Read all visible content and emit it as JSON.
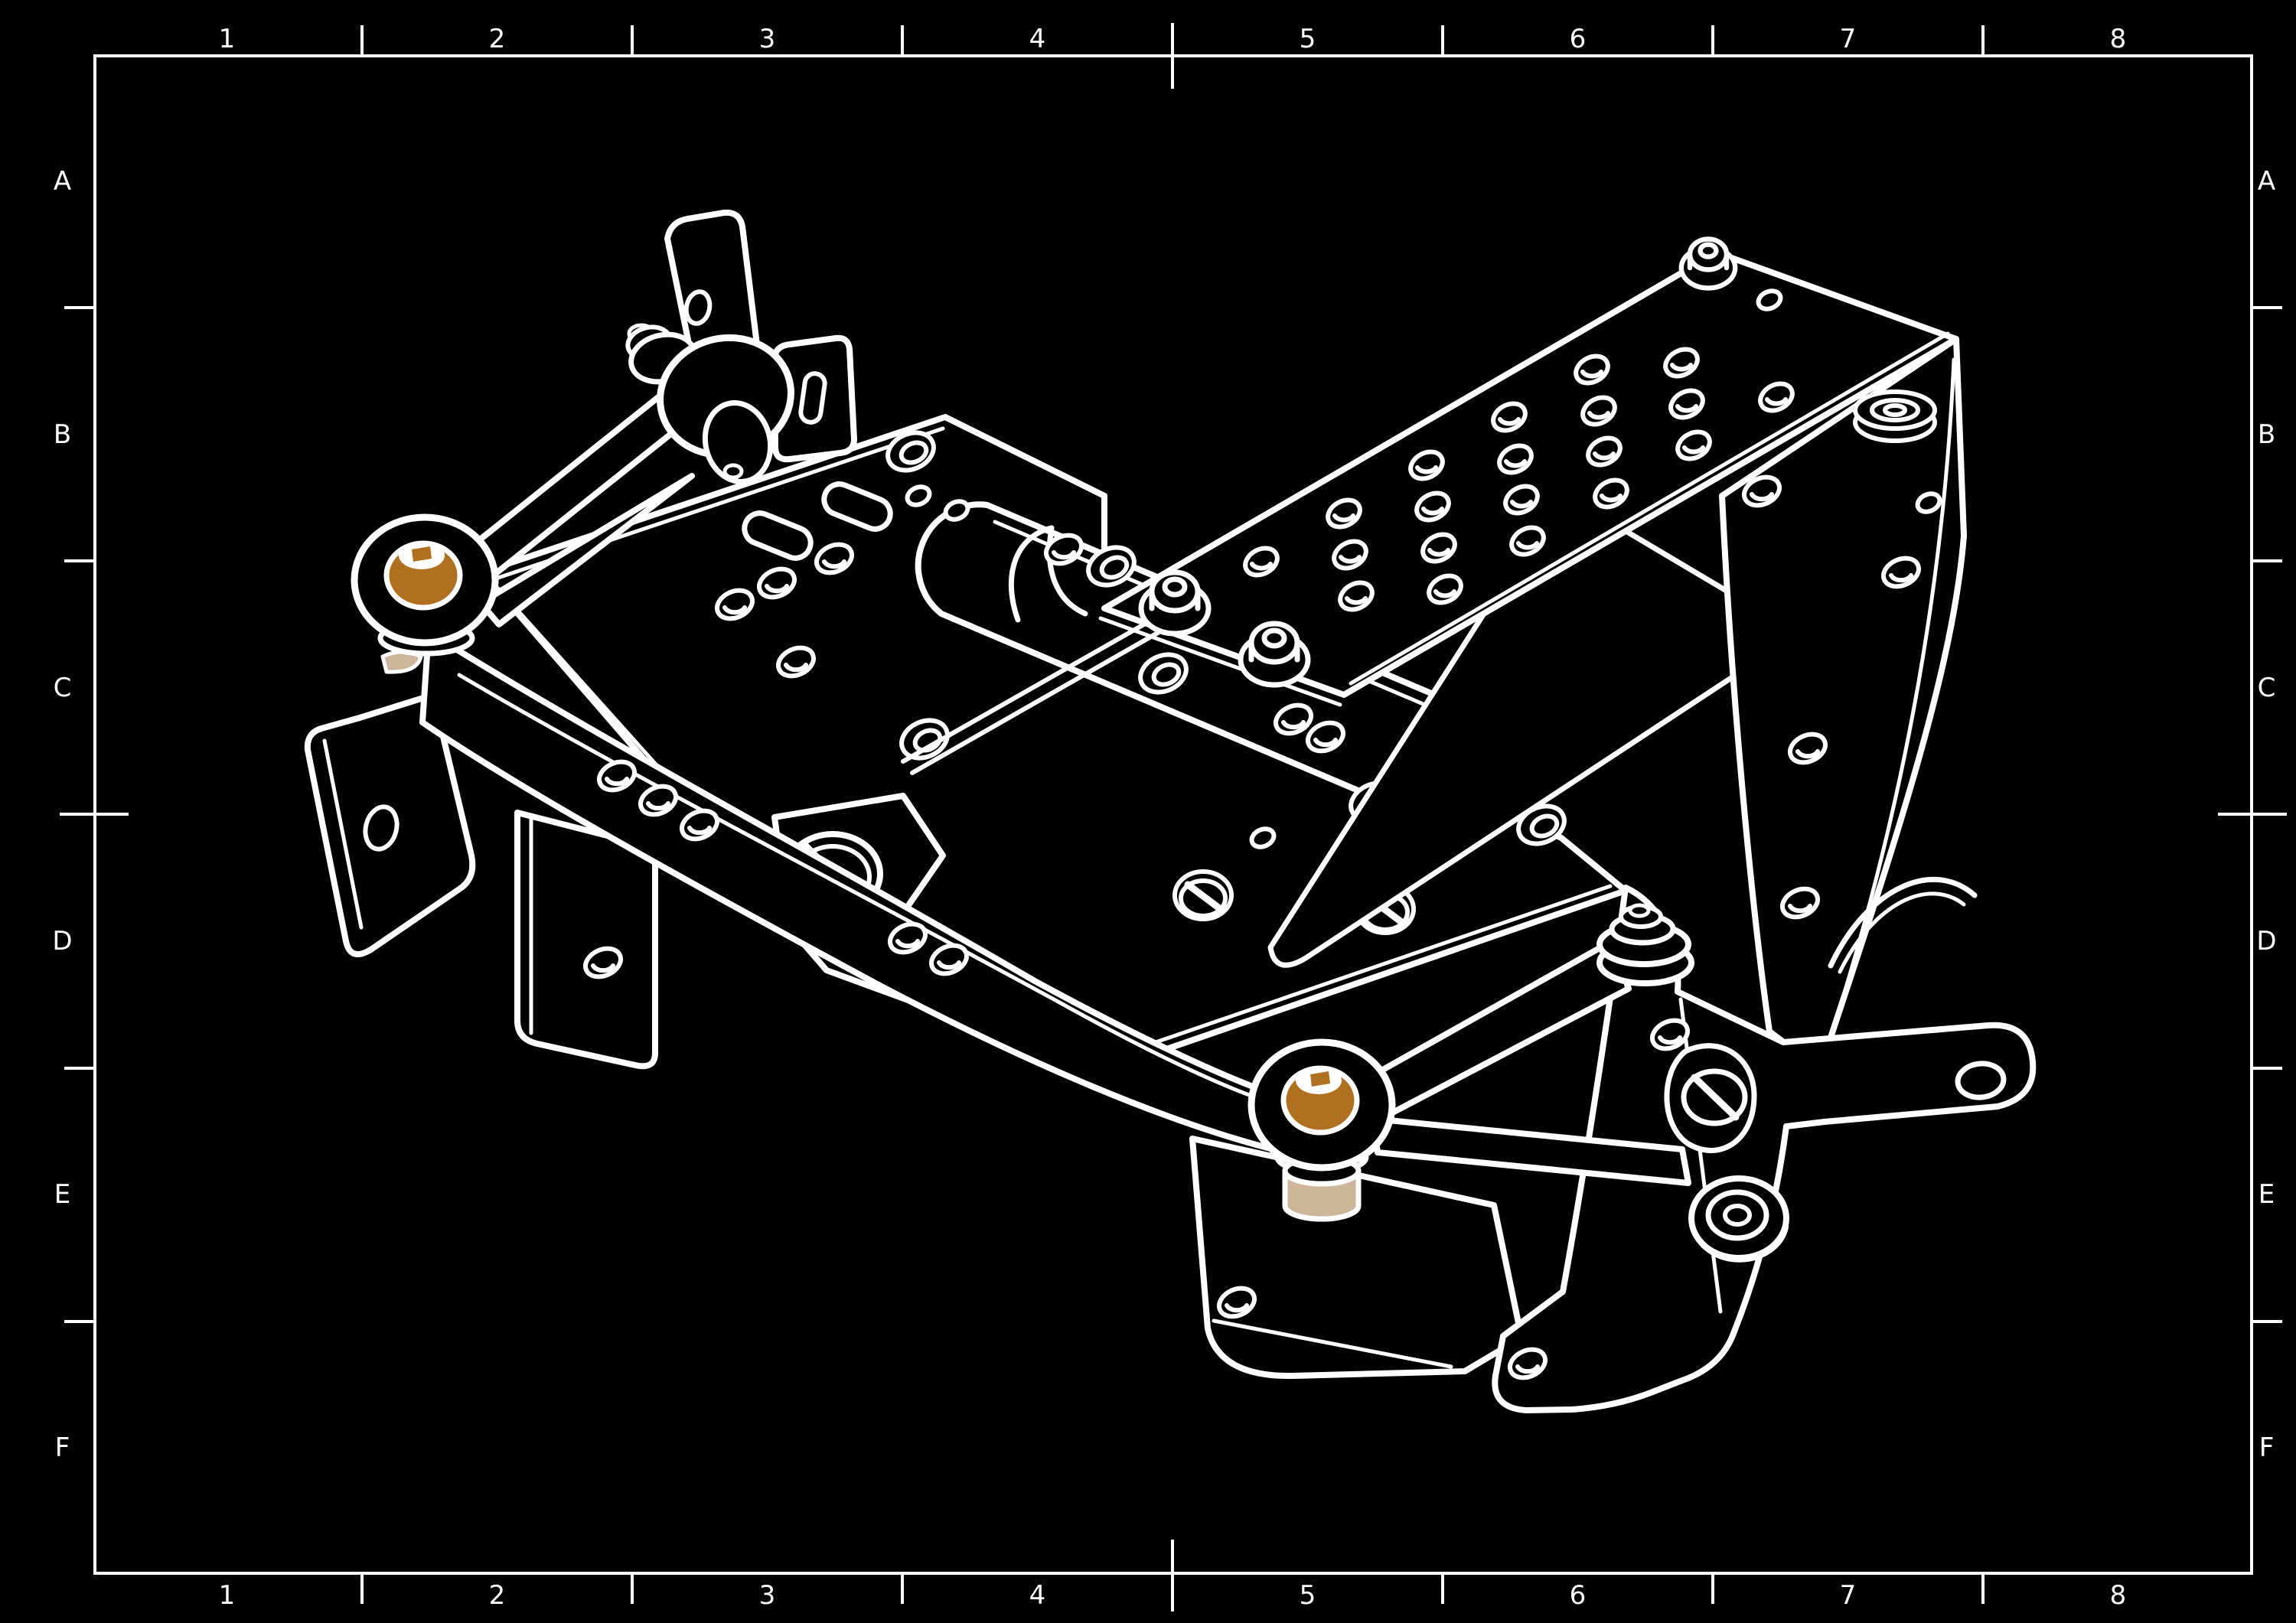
{
  "frame": {
    "columns": [
      "1",
      "2",
      "3",
      "4",
      "5",
      "6",
      "7",
      "8"
    ],
    "rows": [
      "A",
      "B",
      "C",
      "D",
      "E",
      "F"
    ]
  },
  "colors": {
    "background": "#000000",
    "line": "#ffffff",
    "bushing_orange": "#b0701f",
    "spacer_tan": "#cdb69a"
  },
  "drawing": {
    "type": "isometric CAD line drawing",
    "components": [
      "perforated mounting plate",
      "side flange plate",
      "gusset web",
      "base deck plate with slotted opening",
      "upper link with ball stud and rod end",
      "lower control arm",
      "rod end bushings (orange)",
      "tie link with bushing stack",
      "knuckle bracket with grommet boss",
      "foot plate"
    ]
  }
}
